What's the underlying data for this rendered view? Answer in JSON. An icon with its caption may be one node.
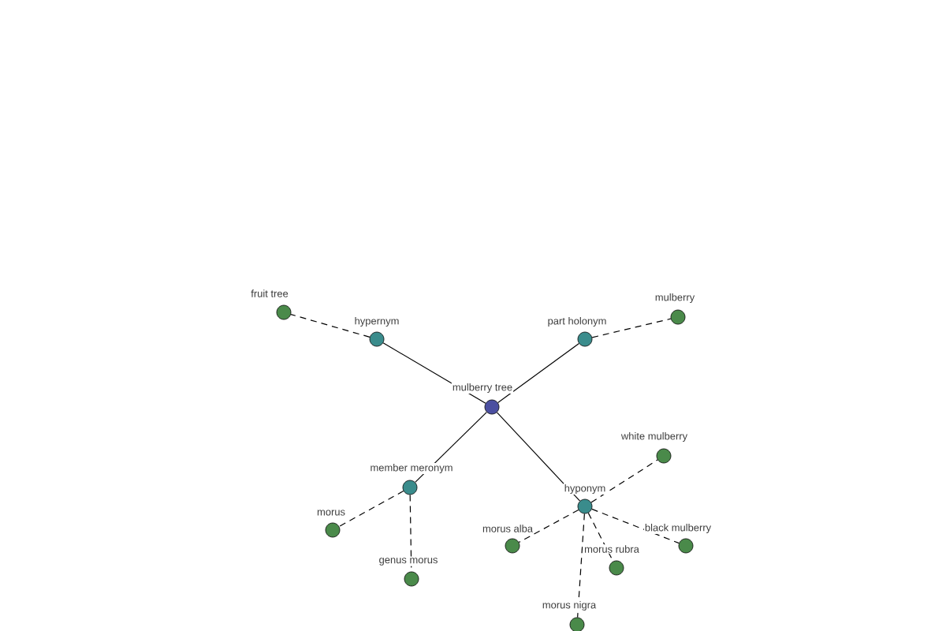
{
  "diagram": {
    "nodes": [
      {
        "text": [
          "mulberry tree"
        ]
      },
      {
        "text": [
          "hypernym"
        ]
      },
      {
        "text": [
          "part holonym"
        ]
      },
      {
        "text": [
          "member meronym"
        ]
      },
      {
        "text": [
          "hyponym"
        ]
      },
      {
        "text": [
          "fruit tree"
        ]
      },
      {
        "text": [
          "mulberry"
        ]
      },
      {
        "text": [
          "morus"
        ]
      },
      {
        "text": [
          "genus morus"
        ]
      },
      {
        "text": [
          "white mulberry"
        ]
      },
      {
        "text": [
          "morus alba"
        ]
      },
      {
        "text": [
          "morus rubra"
        ]
      },
      {
        "text": [
          "black mulberry"
        ]
      },
      {
        "text": [
          "morus nigra"
        ]
      }
    ],
    "edges": [
      {
        "from": 0,
        "to": 1,
        "arrow": "none"
      },
      {
        "from": 0,
        "to": 2,
        "arrow": "none"
      },
      {
        "from": 0,
        "to": 3,
        "arrow": "none"
      },
      {
        "from": 0,
        "to": 4,
        "arrow": "none"
      },
      {
        "from": 1,
        "to": 5,
        "arrow": "none",
        "style": "dashed"
      },
      {
        "from": 2,
        "to": 6,
        "arrow": "none",
        "style": "dashed"
      },
      {
        "from": 3,
        "to": 7,
        "arrow": "none",
        "style": "dashed"
      },
      {
        "from": 3,
        "to": 8,
        "arrow": "none",
        "style": "dashed"
      },
      {
        "from": 4,
        "to": 9,
        "arrow": "none",
        "style": "dashed"
      },
      {
        "from": 4,
        "to": 10,
        "arrow": "none",
        "style": "dashed"
      },
      {
        "from": 4,
        "to": 11,
        "arrow": "none",
        "style": "dashed"
      },
      {
        "from": 4,
        "to": 12,
        "arrow": "none",
        "style": "dashed"
      },
      {
        "from": 4,
        "to": 13,
        "arrow": "none",
        "style": "dashed"
      }
    ]
  }
}
